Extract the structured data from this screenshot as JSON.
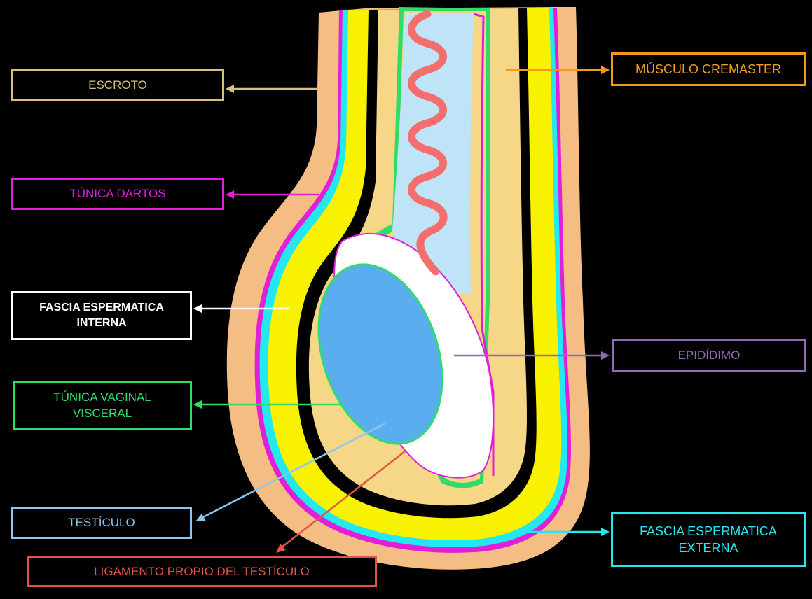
{
  "labels": {
    "escroto": "ESCROTO",
    "tunica_dartos": "TÚNICA DARTOS",
    "fascia_interna": "FASCIA ESPERMATICA\nINTERNA",
    "tunica_vaginal": "TÚNICA VAGINAL\nVISCERAL",
    "testiculo": "TESTÍCULO",
    "ligamento": "LIGAMENTO PROPIO DEL TESTÍCULO",
    "musculo_cremaster": "MÚSCULO CREMASTER",
    "epididimo": "EPIDÍDIMO",
    "fascia_externa": "FASCIA ESPERMATICA\nEXTERNA"
  },
  "colors": {
    "background": "#000000",
    "escroto": "#f4bd83",
    "tunica_dartos": "#e020d8",
    "fascia_externa": "#22e8f0",
    "cremaster_layer": "#f8f200",
    "fascia_interna_layer": "#000000",
    "vaginal_parietal": "#f6d687",
    "tunica_vaginal": "#2fdc6a",
    "testiculo": "#5aaeef",
    "epididimo": "#ffffff",
    "deferente_lumen": "#bfe3f7",
    "vasos": "#f46e6e",
    "ligamento": "#e0544a",
    "escroto_label": "#d8c07a",
    "cremaster_label": "#f29a1c",
    "epididimo_label": "#8e6bb5",
    "testiculo_label": "#8dc5ee",
    "fascia_interna_label": "#ffffff"
  }
}
